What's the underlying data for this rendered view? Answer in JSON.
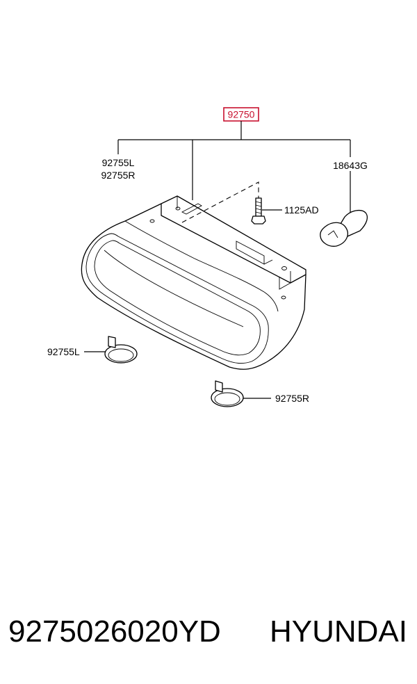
{
  "diagram": {
    "callouts": {
      "assembly": "92750",
      "cap_l_top": "92755L",
      "cap_r_top": "92755R",
      "bulb": "18643G",
      "screw": "1125AD",
      "cap_l_side": "92755L",
      "cap_r_side": "92755R"
    },
    "highlight_color": "#c8102e"
  },
  "footer": {
    "part_number": "9275026020YD",
    "brand": "HYUNDAI"
  }
}
